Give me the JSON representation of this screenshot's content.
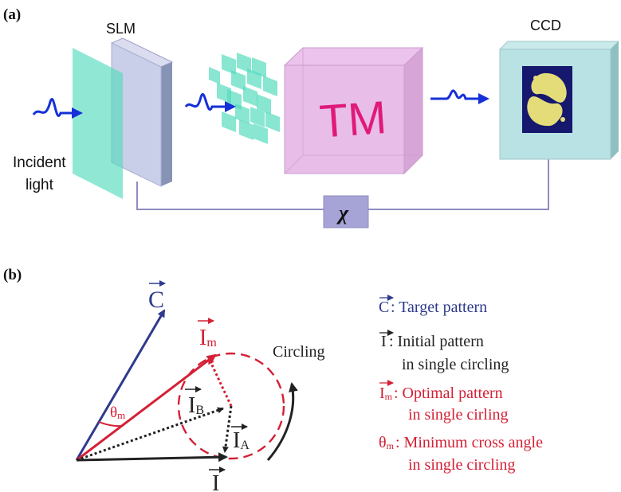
{
  "panel_a": {
    "label": "(a)",
    "slm_label": "SLM",
    "ccd_label": "CCD",
    "incident_label_line1": "Incident",
    "incident_label_line2": "light",
    "tm_label": "TM",
    "chi_symbol": "χ"
  },
  "panel_b": {
    "label": "(b)",
    "vector_c": "C",
    "vector_im": "I",
    "vector_im_sub": "m",
    "vector_ib": "I",
    "vector_ib_sub": "B",
    "vector_ia": "I",
    "vector_ia_sub": "A",
    "vector_i": "I",
    "theta_symbol": "θ",
    "theta_sub": "m",
    "circling_label": "Circling"
  },
  "legend": {
    "c_symbol": "C",
    "c_text": ": Target pattern",
    "i_symbol": "I",
    "i_line1": ": Initial pattern",
    "i_line2": "in single circling",
    "im_symbol": "I",
    "im_sub": "m",
    "im_line1": ": Optimal pattern",
    "im_line2": "in single cirling",
    "theta_symbol": "θ",
    "theta_sub": "m",
    "theta_line1": ": Minimum cross angle",
    "theta_line2": "in single circling"
  },
  "colors": {
    "target_blue": "#2e3a8c",
    "optimal_red": "#d42035",
    "dark": "#222222",
    "wave_blue": "#1530d8",
    "tm_pink": "#e0197a"
  }
}
